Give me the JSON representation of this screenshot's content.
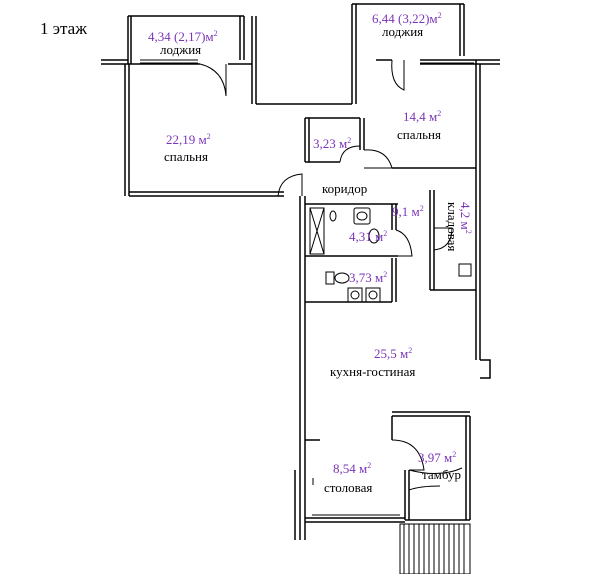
{
  "floor_label": "1 этаж",
  "colors": {
    "area_text": "#7b35b8",
    "name_text": "#000000",
    "walls": "#000000",
    "background": "#ffffff"
  },
  "rooms": {
    "loggia_left": {
      "area": "4,34 (2,17)м",
      "unit_sup": "2",
      "name": "лоджия"
    },
    "loggia_right": {
      "area": "6,44 (3,22)м",
      "unit_sup": "2",
      "name": "лоджия"
    },
    "bedroom_left": {
      "area": "22,19 м",
      "unit_sup": "2",
      "name": "спальня"
    },
    "wardrobe": {
      "area": "3,23 м",
      "unit_sup": "2"
    },
    "bedroom_right": {
      "area": "14,4 м",
      "unit_sup": "2",
      "name": "спальня"
    },
    "corridor": {
      "area": "9,1 м",
      "unit_sup": "2",
      "name": "коридор"
    },
    "storage": {
      "area": "4,2 м",
      "unit_sup": "2",
      "name": "кладовая"
    },
    "bathroom": {
      "area": "4,31 м",
      "unit_sup": "2"
    },
    "toilet": {
      "area": "3,73 м",
      "unit_sup": "2"
    },
    "kitchen_living": {
      "area": "25,5 м",
      "unit_sup": "2",
      "name": "кухня-гостиная"
    },
    "dining": {
      "area": "8,54 м",
      "unit_sup": "2",
      "name": "столовая"
    },
    "vestibule": {
      "area": "3,97 м",
      "unit_sup": "2",
      "name": "тамбур"
    }
  },
  "fixtures": [
    "bathtub-icon",
    "sink-icon",
    "toilet-icon",
    "washing-machine-icon",
    "stairs-icon"
  ]
}
